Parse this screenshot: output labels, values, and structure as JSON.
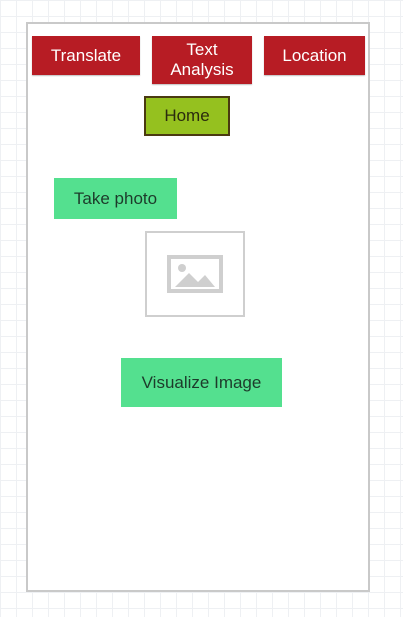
{
  "nav": {
    "translate": "Translate",
    "text_analysis": "Text\nAnalysis",
    "location": "Location"
  },
  "home_label": "Home",
  "take_photo_label": "Take photo",
  "image_placeholder_icon": "image-placeholder-icon",
  "visualize_label": "Visualize Image",
  "colors": {
    "nav_red": "#b71c24",
    "home_green": "#95c11f",
    "action_green": "#54e08f"
  }
}
